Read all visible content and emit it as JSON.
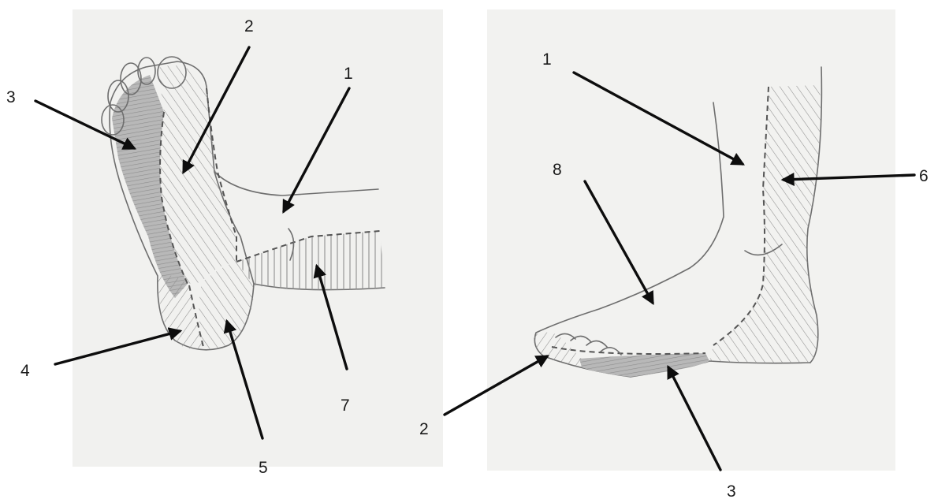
{
  "title": "",
  "diagram": {
    "left_view": {
      "labels": [
        {
          "id": "l1",
          "text": "1"
        },
        {
          "id": "l2",
          "text": "2"
        },
        {
          "id": "l3",
          "text": "3"
        },
        {
          "id": "l4",
          "text": "4"
        },
        {
          "id": "l5",
          "text": "5"
        },
        {
          "id": "l7",
          "text": "7"
        }
      ]
    },
    "right_view": {
      "labels": [
        {
          "id": "r1",
          "text": "1"
        },
        {
          "id": "r2",
          "text": "2"
        },
        {
          "id": "r3",
          "text": "3"
        },
        {
          "id": "r6",
          "text": "6"
        },
        {
          "id": "r8",
          "text": "8"
        }
      ]
    }
  },
  "colors": {
    "paper": "#f1f1ef",
    "outline": "#6e6e6e",
    "hatch": "#8a8a8a",
    "shade": "#b3b3b3",
    "arrow": "#0d0d0d"
  }
}
